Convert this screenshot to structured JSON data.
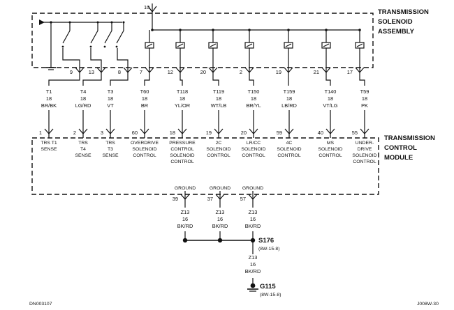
{
  "solenoid_assembly": {
    "title_lines": [
      "TRANSMISSION",
      "SOLENOID",
      "ASSEMBLY"
    ],
    "supply_pin": "10"
  },
  "harness": [
    {
      "pin": "9",
      "circuit": "T1",
      "gauge": "18",
      "color": "BR/BK",
      "tcm_pin": "1",
      "tcm_label": [
        "TRS T1",
        "SENSE"
      ]
    },
    {
      "pin": "13",
      "circuit": "T4",
      "gauge": "18",
      "color": "LG/RD",
      "tcm_pin": "2",
      "tcm_label": [
        "TRS",
        "T4",
        "SENSE"
      ]
    },
    {
      "pin": "8",
      "circuit": "T3",
      "gauge": "18",
      "color": "VT",
      "tcm_pin": "3",
      "tcm_label": [
        "TRS",
        "T3",
        "SENSE"
      ]
    },
    {
      "pin": "7",
      "circuit": "T60",
      "gauge": "18",
      "color": "BR",
      "tcm_pin": "60",
      "tcm_label": [
        "OVERDRIVE",
        "SOLENOID",
        "CONTROL"
      ]
    },
    {
      "pin": "12",
      "circuit": "T118",
      "gauge": "18",
      "color": "YL/OR",
      "tcm_pin": "18",
      "tcm_label": [
        "PRESSURE",
        "CONTROL",
        "SOLENOID",
        "CONTROL"
      ]
    },
    {
      "pin": "20",
      "circuit": "T119",
      "gauge": "18",
      "color": "WT/LB",
      "tcm_pin": "19",
      "tcm_label": [
        "2C",
        "SOLENOID",
        "CONTROL"
      ]
    },
    {
      "pin": "2",
      "circuit": "T150",
      "gauge": "18",
      "color": "BR/YL",
      "tcm_pin": "20",
      "tcm_label": [
        "LR/CC",
        "SOLENOID",
        "CONTROL"
      ]
    },
    {
      "pin": "19",
      "circuit": "T159",
      "gauge": "18",
      "color": "LB/RD",
      "tcm_pin": "59",
      "tcm_label": [
        "4C",
        "SOLENOID",
        "CONTROL"
      ]
    },
    {
      "pin": "21",
      "circuit": "T140",
      "gauge": "18",
      "color": "VT/LG",
      "tcm_pin": "40",
      "tcm_label": [
        "MS",
        "SOLENOID",
        "CONTROL"
      ]
    },
    {
      "pin": "17",
      "circuit": "T59",
      "gauge": "18",
      "color": "PK",
      "tcm_pin": "55",
      "tcm_label": [
        "UNDER-",
        "DRIVE",
        "SOLENOID",
        "CONTROL"
      ]
    }
  ],
  "tcm": {
    "title_lines": [
      "TRANSMISSION",
      "CONTROL",
      "MODULE"
    ]
  },
  "grounds": [
    {
      "label": "GROUND",
      "pin": "39",
      "circuit": "Z13",
      "gauge": "16",
      "color": "BK/RD"
    },
    {
      "label": "GROUND",
      "pin": "37",
      "circuit": "Z13",
      "gauge": "16",
      "color": "BK/RD"
    },
    {
      "label": "GROUND",
      "pin": "57",
      "circuit": "Z13",
      "gauge": "16",
      "color": "BK/RD"
    }
  ],
  "splice": {
    "name": "S176",
    "ref": "(8W-15-8)"
  },
  "ground_wire": {
    "circuit": "Z13",
    "gauge": "16",
    "color": "BK/RD"
  },
  "ground_point": {
    "name": "G115",
    "ref": "(8W-15-8)"
  },
  "footer": {
    "left": "DN003107",
    "right": "J008W-30"
  }
}
